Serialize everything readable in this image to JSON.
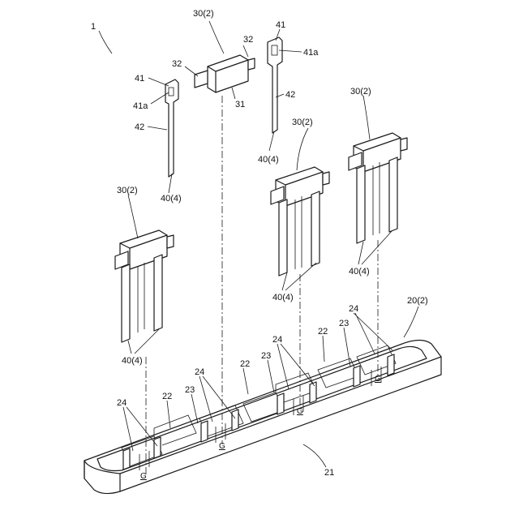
{
  "figure": {
    "labels": {
      "assembly": "1",
      "terminal_top": "30(2)",
      "flat_32_left": "32",
      "flat_32_right": "32",
      "body_31": "31",
      "lead_41_right": "41",
      "hole_41a_right": "41a",
      "lead_42_right": "42",
      "lead_41_left": "41",
      "hole_41a_left": "41a",
      "lead_42_left": "42",
      "lead_40_left": "40(4)",
      "lead_40_right": "40(4)",
      "unit_mid": "30(2)",
      "unit_right": "30(2)",
      "unit_left": "30(2)",
      "leads_mid": "40(4)",
      "leads_right": "40(4)",
      "leads_left": "40(4)",
      "holder": "20(2)",
      "slot_24_a": "24",
      "slot_23_a": "23",
      "wall_22_a": "22",
      "slot_24_b": "24",
      "slot_23_b": "23",
      "wall_22_b": "22",
      "slot_24_c": "24",
      "slot_23_c": "23",
      "wall_22_c": "22",
      "slot_24_d": "24",
      "base_21": "21"
    },
    "g_marks": [
      "G",
      "G",
      "G",
      "G"
    ]
  }
}
